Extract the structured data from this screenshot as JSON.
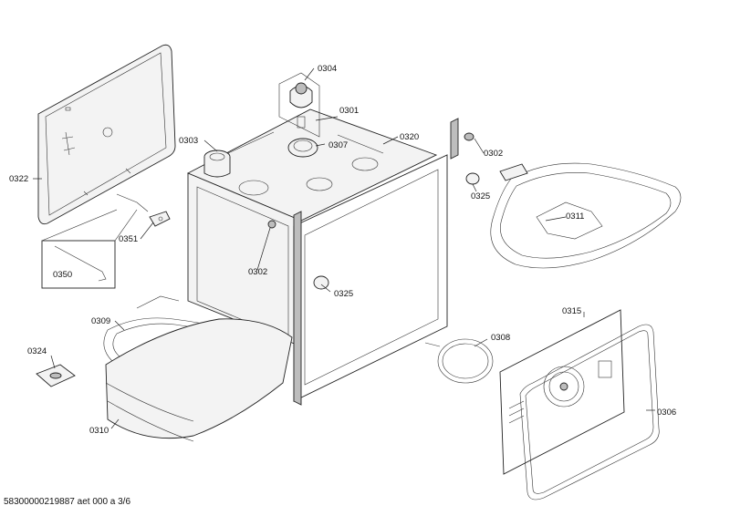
{
  "labels": {
    "p0304": "0304",
    "p0301": "0301",
    "p0303": "0303",
    "p0307": "0307",
    "p0320": "0320",
    "p0302a": "0302",
    "p0322": "0322",
    "p0325a": "0325",
    "p0311": "0311",
    "p0351": "0351",
    "p0302b": "0302",
    "p0350": "0350",
    "p0325b": "0325",
    "p0309": "0309",
    "p0315": "0315",
    "p0324": "0324",
    "p0308": "0308",
    "p0306": "0306",
    "p0310": "0310"
  },
  "footer": "58300000219887 aet 000 a 3/6"
}
